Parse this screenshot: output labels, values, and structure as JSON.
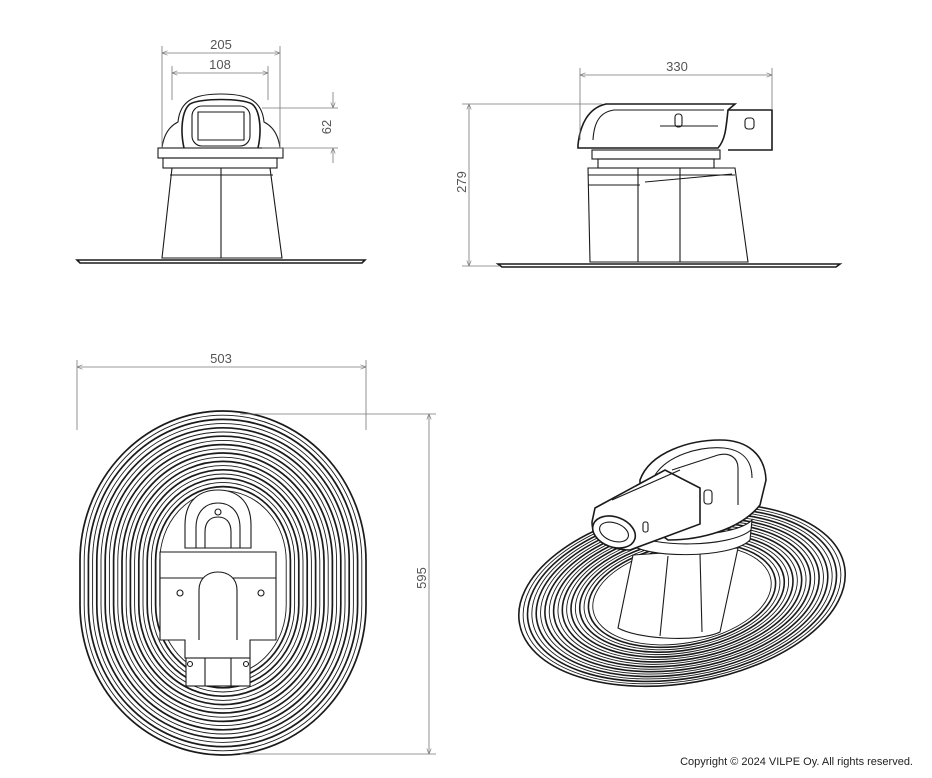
{
  "dimensions": {
    "front_outer_width": "205",
    "front_inner_width": "108",
    "front_duct_height": "62",
    "side_width": "330",
    "side_height": "279",
    "top_width": "503",
    "top_length": "595"
  },
  "copyright": "Copyright © 2024 VILPE Oy. All rights reserved.",
  "colors": {
    "line": "#1a1a1a",
    "dimension": "#777777",
    "background": "#ffffff"
  }
}
